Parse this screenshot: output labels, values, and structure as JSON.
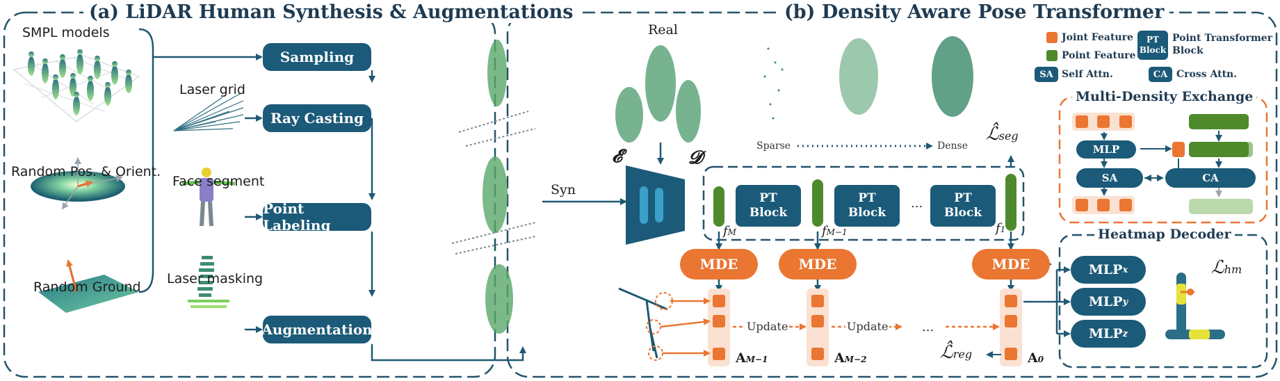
{
  "panel_a": {
    "title": "(a) LiDAR Human Synthesis & Augmentations",
    "inputs": [
      "SMPL models",
      "Laser grid",
      "Random Pos. & Orient.",
      "Face segment",
      "Random Ground",
      "Laser masking"
    ],
    "steps": [
      "Sampling",
      "Ray Casting",
      "Point Labeling",
      "Augmentation"
    ]
  },
  "syn_label": "Syn",
  "panel_b": {
    "title": "(b) Density Aware Pose Transformer",
    "real_label": "Real",
    "sparse_label": "Sparse",
    "dense_label": "Dense",
    "encoder_symbol": "𝓔",
    "decoder_symbol": "𝓓",
    "pt_block_line1": "PT",
    "pt_block_line2": "Block",
    "ellipsis": "...",
    "features": {
      "f_m": "f",
      "f_m_sub": "M",
      "f_m1": "f",
      "f_m1_sub": "M−1",
      "f_1": "f",
      "f_1_sub": "1"
    },
    "mde_label": "MDE",
    "update_label": "Update",
    "anchors": {
      "a": "A",
      "a_m1_sub": "M−1",
      "a_m2_sub": "M−2",
      "a_0_sub": "0"
    },
    "loss_seg": "ℒ̂",
    "loss_seg_sub": "seg",
    "loss_reg": "ℒ̂",
    "loss_reg_sub": "reg",
    "loss_hm": "ℒ",
    "loss_hm_sub": "hm"
  },
  "legend": {
    "joint_feature": "Joint Feature",
    "point_feature": "Point Feature",
    "pt_abbr_1": "PT",
    "pt_abbr_2": "Block",
    "pt_full_1": "Point Transformer",
    "pt_full_2": "Block",
    "sa_abbr": "SA",
    "sa_full": "Self Attn.",
    "ca_abbr": "CA",
    "ca_full": "Cross Attn."
  },
  "mde_box": {
    "title": "Multi-Density Exchange",
    "mlp": "MLP",
    "sa": "SA",
    "ca": "CA"
  },
  "heatmap_decoder": {
    "title": "Heatmap Decoder",
    "mlp": "MLP",
    "subs": [
      "x",
      "y",
      "z"
    ]
  },
  "colors": {
    "navy": "#1b5a78",
    "orange": "#ea7632",
    "green": "#4e8a2c",
    "dash": "#24536b"
  }
}
